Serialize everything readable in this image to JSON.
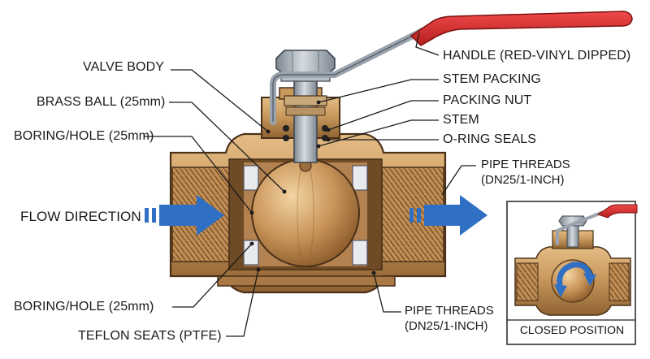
{
  "labels": {
    "valve_body": "VALVE BODY",
    "brass_ball": "BRASS BALL (25mm)",
    "boring_hole_top": "BORING/HOLE (25mm)",
    "flow_direction": "FLOW DIRECTION",
    "boring_hole_bottom": "BORING/HOLE (25mm)",
    "teflon_seats": "TEFLON SEATS (PTFE)",
    "handle": "HANDLE (RED-VINYL DIPPED)",
    "stem_packing": "STEM PACKING",
    "packing_nut": "PACKING NUT",
    "stem": "STEM",
    "o_ring_seals": "O-RING SEALS",
    "pipe_threads_right_line1": "PIPE THREADS",
    "pipe_threads_right_line2": "(DN25/1-INCH)",
    "pipe_threads_bottom_line1": "PIPE THREADS",
    "pipe_threads_bottom_line2": "(DN25/1-INCH)"
  },
  "inset": {
    "caption": "CLOSED POSITION"
  },
  "colors": {
    "brass": "#c99a5e",
    "brass_dark": "#8a5e2e",
    "handle_red": "#d42a2a",
    "flow_blue": "#2f6fc4",
    "steel": "#9aa4ae"
  }
}
